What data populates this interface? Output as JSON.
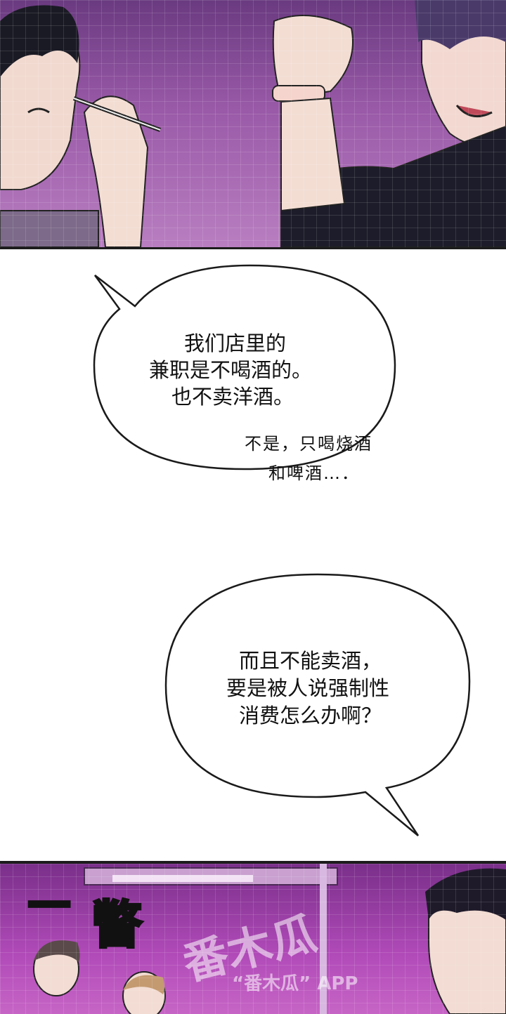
{
  "bubble1": {
    "lines": [
      "我们店里的",
      "兼职是不喝酒的。",
      "也不卖洋酒。"
    ]
  },
  "aside1": {
    "lines": [
      "不是，只喝烧酒",
      "和啤酒…．"
    ]
  },
  "bubble2": {
    "lines": [
      "而且不能卖酒，",
      "要是被人说强制性",
      "消费怎么办啊？"
    ]
  },
  "sfx": {
    "dash": "一",
    "glance": "瞥"
  },
  "watermark": {
    "main": "番木瓜",
    "sub": "“番木瓜” APP"
  }
}
